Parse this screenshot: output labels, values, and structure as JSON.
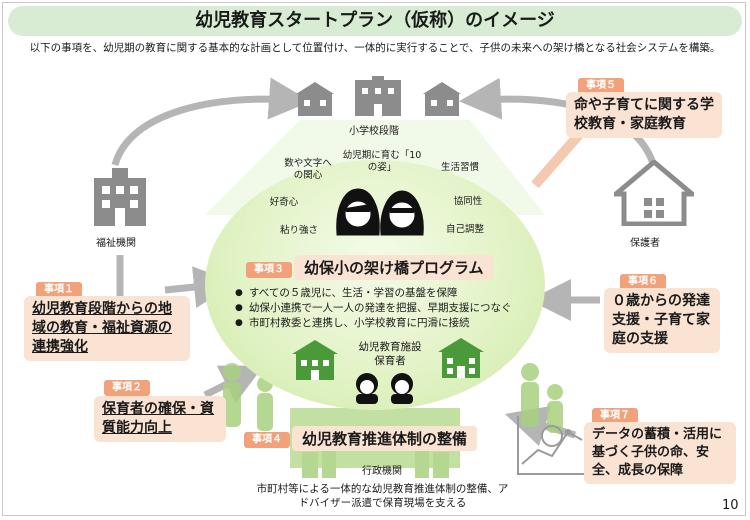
{
  "title": "幼児教育スタートプラン（仮称）のイメージ",
  "subtitle": "以下の事項を、幼児期の教育に関する基本的な計画として位置付け、一体的に実行することで、子供の未来への架け橋となる社会システムを構築。",
  "labels": {
    "elementary": "小学校段階",
    "welfare": "福祉機関",
    "guardian": "保護者",
    "facility": "幼児教育施設",
    "caregivers": "保育者",
    "admin": "行政機関",
    "page": "10"
  },
  "traits": [
    "数や文字への関心",
    "幼児期に育む「10の姿」",
    "生活習慣",
    "好奇心",
    "協同性",
    "粘り強さ",
    "自己調整"
  ],
  "items": {
    "item1": {
      "tag": "事項１",
      "text": "幼児教育段階からの地域の教育・福祉資源の連携強化"
    },
    "item2": {
      "tag": "事項２",
      "text": "保育者の確保・資質能力向上"
    },
    "item3": {
      "tag": "事項３",
      "text": "幼保小の架け橋プログラム",
      "bullets": [
        "すべての５歳児に、生活・学習の基盤を保障",
        "幼保小連携で一人一人の発達を把握、早期支援につなぐ",
        "市町村教委と連携し、小学校教育に円滑に接続"
      ]
    },
    "item4": {
      "tag": "事項４",
      "text": "幼児教育推進体制の整備",
      "note": "市町村等による一体的な幼児教育推進体制の整備、アドバイザー派遣で保育現場を支える"
    },
    "item5": {
      "tag": "事項５",
      "text": "命や子育てに関する学校教育・家庭教育"
    },
    "item6": {
      "tag": "事項６",
      "text": "０歳からの発達支援・子育て家庭の支援"
    },
    "item7": {
      "tag": "事項７",
      "text": "データの蓄積・活用に基づく子供の命、安全、成長の保障"
    }
  },
  "colors": {
    "accent": "#f2a27a",
    "box": "#fbe3d3",
    "ellipse": "#e2f3c6",
    "banner": "#d7ecd2",
    "arrow": "#b5b5b5"
  }
}
